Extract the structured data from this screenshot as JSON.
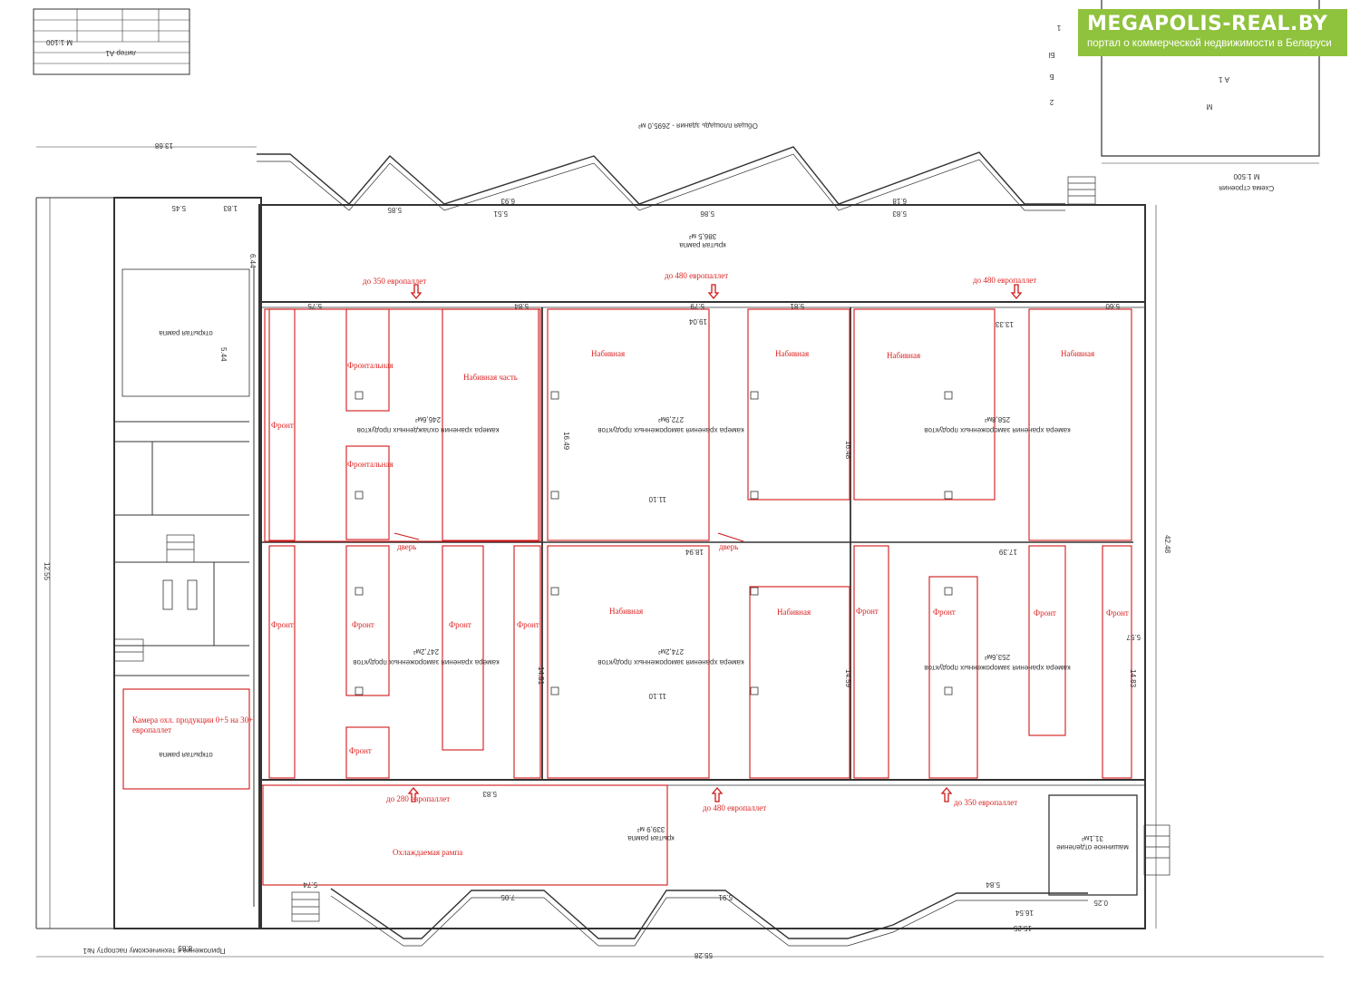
{
  "brand": {
    "name": "MEGAPOLIS-REAL.BY",
    "tagline": "портал о коммерческой недвижимости в Беларуси",
    "color": "#8fc23d"
  },
  "colors": {
    "annotation": "#d01818",
    "linework": "#333333"
  },
  "capacity_notes": {
    "top_left": "до 350 европаллет",
    "top_middle": "до 480 европаллет",
    "top_right": "до 480 европаллет",
    "bottom_left": "до 280 европаллет",
    "bottom_middle": "до 480 европаллет",
    "bottom_right": "до 350 европаллет"
  },
  "zones": {
    "c8_front": "Фронт",
    "c8_frontal_1": "Фронтальная",
    "c8_frontal_2": "Фронтальная",
    "c8_drive_in": "Набивная часть",
    "c7_drive_in_1": "Набивная",
    "c7_drive_in_2": "Набивная",
    "c6_drive_in_1": "Набивная",
    "c6_drive_in_2": "Набивная",
    "c3_front_1": "Фронт",
    "c3_front_2": "Фронт",
    "c3_front_3": "Фронт",
    "c3_front_4": "Фронт",
    "c3_front_5": "Фронт",
    "c4_drive_in_1": "Набивная",
    "c4_drive_in_2": "Набивная",
    "c5_front_1": "Фронт",
    "c5_front_2": "Фронт",
    "c5_front_3": "Фронт",
    "c5_front_4": "Фронт"
  },
  "doors": {
    "left": "дверь",
    "right": "дверь"
  },
  "chilled_chamber": {
    "line1": "Камера охл. продукции 0+5 на 30+",
    "line2": "европаллет"
  },
  "cooled_ramp": "Охлаждаемая рампа",
  "room_areas": {
    "c8": "246,6м²",
    "c7": "272,9м²",
    "c6": "258,8м²",
    "c3": "247,2м²",
    "c4": "274,2м²",
    "c5": "253,6м²",
    "ramp_top": "386,5 м²",
    "ramp_bottom": "339,9 м²",
    "machine_room": "31,1м²"
  },
  "dimensions": {
    "top_main": "5.85",
    "w1": "5.51",
    "w2": "6.93",
    "w3": "5.86",
    "w4": "6.18",
    "w5": "5.83",
    "w6": "5.84",
    "w7": "5.79",
    "w8": "5.81",
    "w9": "5.60",
    "w10": "5.75",
    "w11": "5.83",
    "w12": "5.57",
    "h1": "16.49",
    "h2": "16.48",
    "h3": "14.51",
    "h4": "14.83",
    "h5": "14.59",
    "i1": "11.10",
    "i2": "11.10",
    "i3": "13.33",
    "i4": "17.39",
    "i5": "18.94",
    "i6": "19.04",
    "len_bottom": "55.28",
    "len_side": "42.48",
    "b1": "7.05",
    "b2": "5.91",
    "b3": "5.74",
    "b4": "5.84",
    "b5": "16.54",
    "b6": "0.25",
    "b7": "15.25",
    "b8": "8.85",
    "b9": "12.55",
    "s1": "5.45",
    "s2": "5.44",
    "s3": "6.44",
    "s4": "1.83",
    "s5": "13.68"
  },
  "plan_texts": {
    "title_mirrored": "Общая площадь здания - 2695,0 м²",
    "footer_mirrored": "Приложение к техническому паспорту №1",
    "schema_mirrored": "Схема строения",
    "scale_mirrored": "М 1:500",
    "liter": "А 1",
    "liter_m": "М",
    "fraction_top": "2",
    "fraction_mid": "Б",
    "fraction_bot": "Бl",
    "sheet_no": "1",
    "room_c8_mirrored": "камера хранения охлажденных продуктов",
    "room_c3_mirrored": "камера хранения замороженных продуктов",
    "ramp_mirrored": "крытая рампа",
    "open_ramp_mirrored": "открытая рампа",
    "machine_mirrored": "машинное отделение",
    "stamp_scale": "М 1:100",
    "stamp_liter": "литер А1"
  }
}
